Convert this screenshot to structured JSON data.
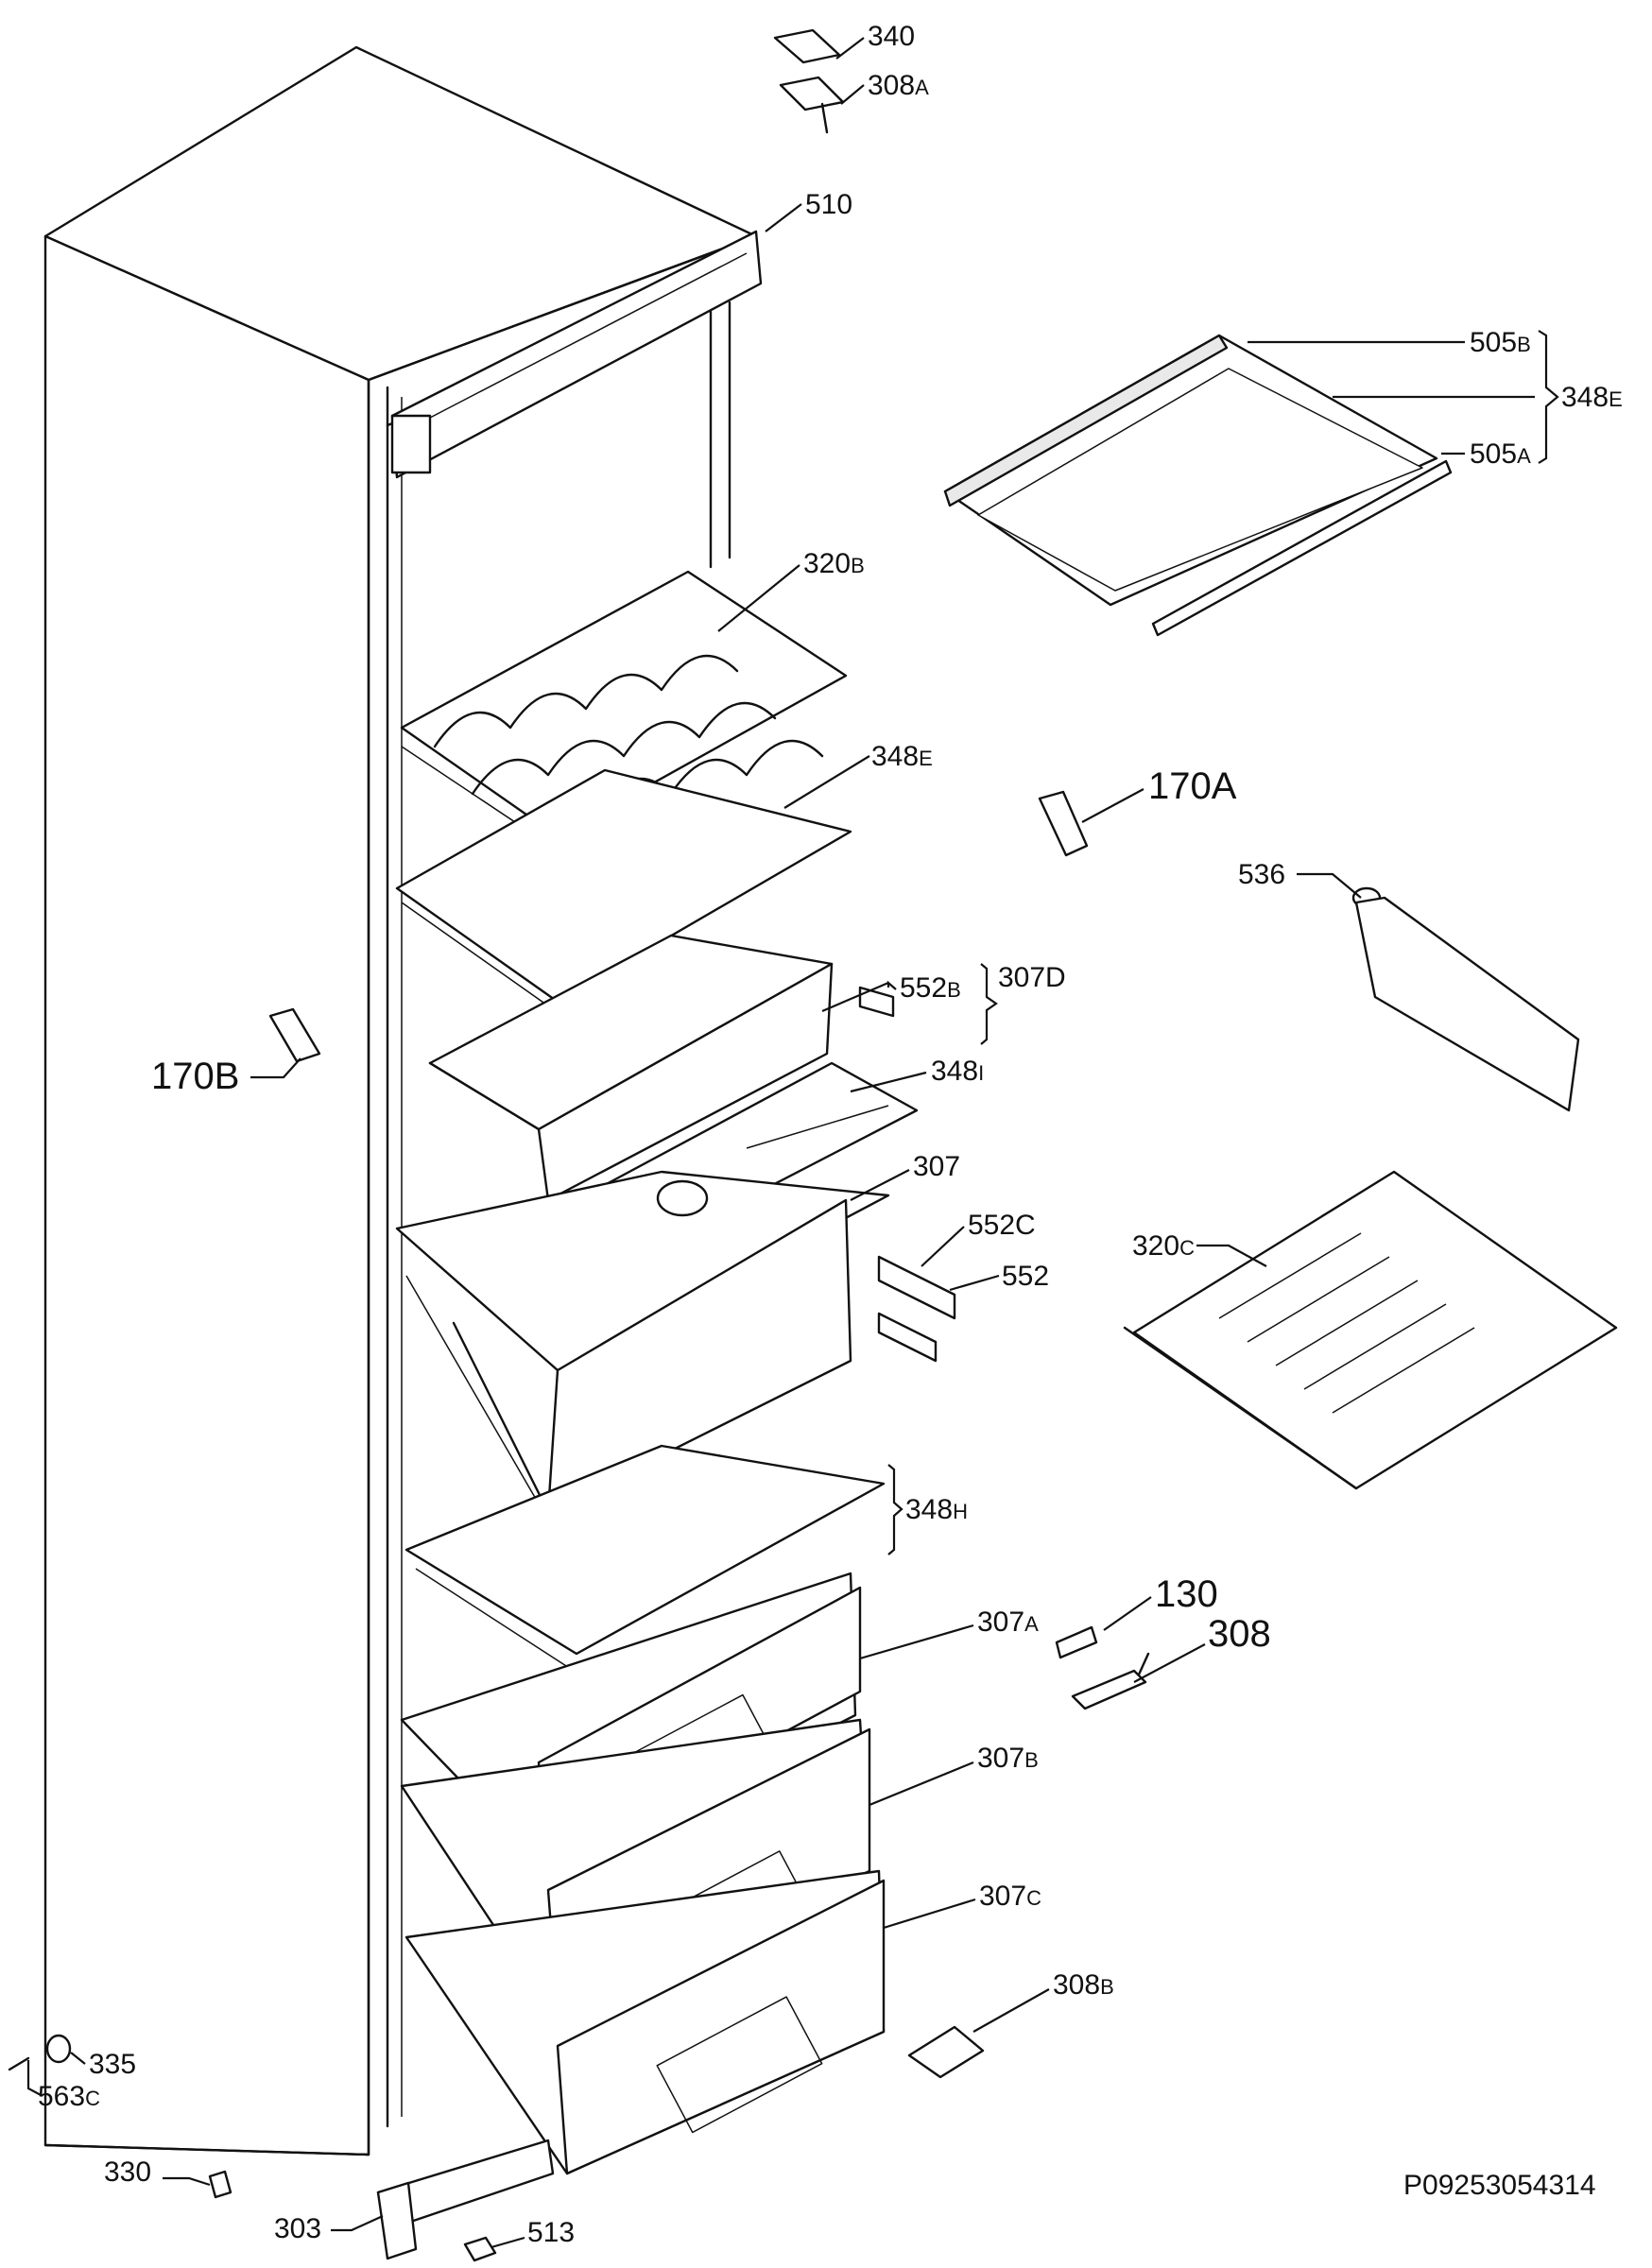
{
  "drawing_code": "P09253054314",
  "parts": {
    "p340": {
      "main": "340",
      "sub": ""
    },
    "p308a": {
      "main": "308",
      "sub": "A"
    },
    "p510": {
      "main": "510",
      "sub": ""
    },
    "p505b": {
      "main": "505",
      "sub": "B"
    },
    "p348e_group": {
      "main": "348",
      "sub": "E"
    },
    "p505a": {
      "main": "505",
      "sub": "A"
    },
    "p320b": {
      "main": "320",
      "sub": "B"
    },
    "p348e": {
      "main": "348",
      "sub": "E"
    },
    "p170a": {
      "main": "170A",
      "sub": ""
    },
    "p536": {
      "main": "536",
      "sub": ""
    },
    "p552b": {
      "main": "552",
      "sub": "B"
    },
    "p307d": {
      "main": "307D",
      "sub": ""
    },
    "p170b": {
      "main": "170B",
      "sub": ""
    },
    "p348i": {
      "main": "348",
      "sub": "I"
    },
    "p307": {
      "main": "307",
      "sub": ""
    },
    "p552c": {
      "main": "552C",
      "sub": ""
    },
    "p552": {
      "main": "552",
      "sub": ""
    },
    "p320c": {
      "main": "320",
      "sub": "C"
    },
    "p348h": {
      "main": "348",
      "sub": "H"
    },
    "p130": {
      "main": "130",
      "sub": ""
    },
    "p307a": {
      "main": "307",
      "sub": "A"
    },
    "p308": {
      "main": "308",
      "sub": ""
    },
    "p307b": {
      "main": "307",
      "sub": "B"
    },
    "p307c": {
      "main": "307",
      "sub": "C"
    },
    "p308b": {
      "main": "308",
      "sub": "B"
    },
    "p335": {
      "main": "335",
      "sub": ""
    },
    "p563c": {
      "main": "563",
      "sub": "C"
    },
    "p330": {
      "main": "330",
      "sub": ""
    },
    "p303": {
      "main": "303",
      "sub": ""
    },
    "p513": {
      "main": "513",
      "sub": ""
    }
  }
}
